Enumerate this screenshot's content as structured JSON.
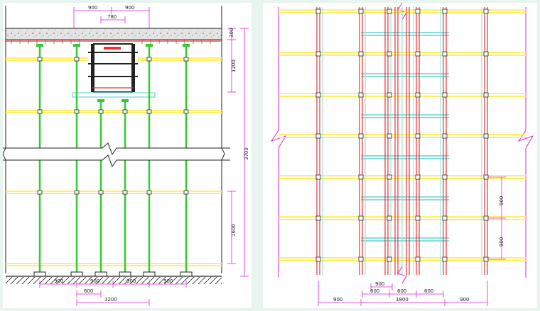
{
  "colors": {
    "background": "#e8f5ee",
    "pole": "#33cc33",
    "ledger": "#ffee66",
    "joist": "#88dddd",
    "dim_line": "#dd22dd",
    "structure": "#222222",
    "red_bar": "#ee3333",
    "slab_fill": "#d9d9d9"
  },
  "elevation": {
    "dims": {
      "top_left": "900",
      "top_right": "900",
      "top_center": "780",
      "slab_thickness": "300",
      "beam_depth": "1200",
      "total_height": "3700",
      "lower_spacing": "1600",
      "bottom_left": "900",
      "bottom_center": "900",
      "bottom_center_right": "900",
      "bottom_right": "900",
      "beam_pole_spacing": "600",
      "beam_span": "1200"
    }
  },
  "plan": {
    "dims": {
      "row_spacing_1": "900",
      "row_spacing_2": "900",
      "top_dim": "900",
      "bottom_600_a": "600",
      "bottom_600_b": "600",
      "bottom_600_c": "600",
      "bottom_left": "900",
      "bottom_center": "1800",
      "bottom_right": "900"
    }
  }
}
